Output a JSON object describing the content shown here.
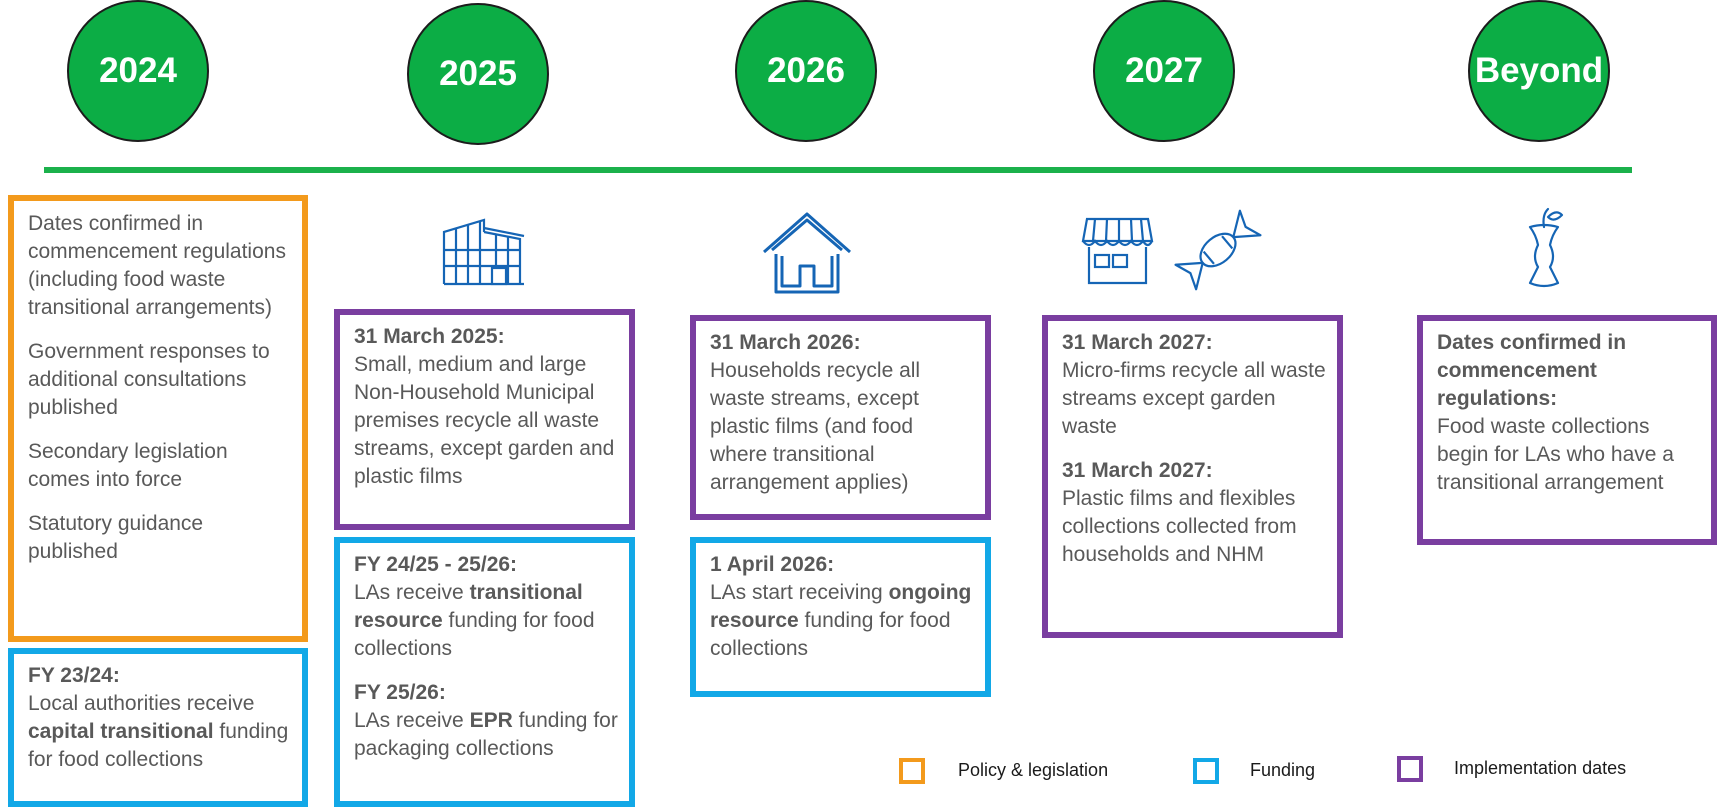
{
  "years": [
    "2024",
    "2025",
    "2026",
    "2027",
    "Beyond"
  ],
  "col2024": {
    "policy": [
      "Dates confirmed in commencement regulations (including food waste transitional arrangements)",
      "Government responses to additional consultations published",
      "Secondary legislation comes into force",
      "Statutory guidance published"
    ],
    "funding": {
      "heading": "FY 23/24:",
      "pre": "Local authorities receive ",
      "bold": "capital transitional",
      "post": " funding for food collections"
    }
  },
  "col2025": {
    "impl": {
      "heading": "31 March 2025:",
      "text": "Small, medium and large Non-Household Municipal premises recycle all waste streams, except garden and plastic films"
    },
    "funding1": {
      "heading": "FY 24/25 - 25/26:",
      "pre": "LAs receive ",
      "bold": "transitional resource",
      "post": " funding for food collections"
    },
    "funding2": {
      "heading": "FY 25/26:",
      "pre": "LAs receive ",
      "bold": "EPR",
      "post": " funding for packaging collections"
    }
  },
  "col2026": {
    "impl": {
      "heading": "31 March 2026:",
      "text": "Households recycle all waste streams, except plastic films (and food where transitional arrangement applies)"
    },
    "funding": {
      "heading": "1 April 2026:",
      "pre": "LAs start receiving ",
      "bold": "ongoing resource",
      "post": " funding for food collections"
    }
  },
  "col2027": {
    "impl1": {
      "heading": "31 March 2027:",
      "text": "Micro-firms recycle all waste streams except garden waste"
    },
    "impl2": {
      "heading": "31 March 2027:",
      "text": "Plastic films and flexibles collections collected from households and NHM"
    }
  },
  "colBeyond": {
    "impl": {
      "heading": "Dates confirmed in commencement regulations:",
      "text": "Food waste collections begin for LAs who have a transitional arrangement"
    }
  },
  "legend": [
    {
      "label": "Policy & legislation",
      "color": "#f39a1c"
    },
    {
      "label": "Funding",
      "color": "#12a8e7"
    },
    {
      "label": "Implementation dates",
      "color": "#7a3ea0"
    }
  ],
  "icons": [
    "factory-icon",
    "house-icon",
    "shop-icon",
    "sweet-wrapper-icon",
    "apple-core-icon"
  ],
  "colors": {
    "year_circle": "#0cad45",
    "timeline": "#1bb14b"
  }
}
